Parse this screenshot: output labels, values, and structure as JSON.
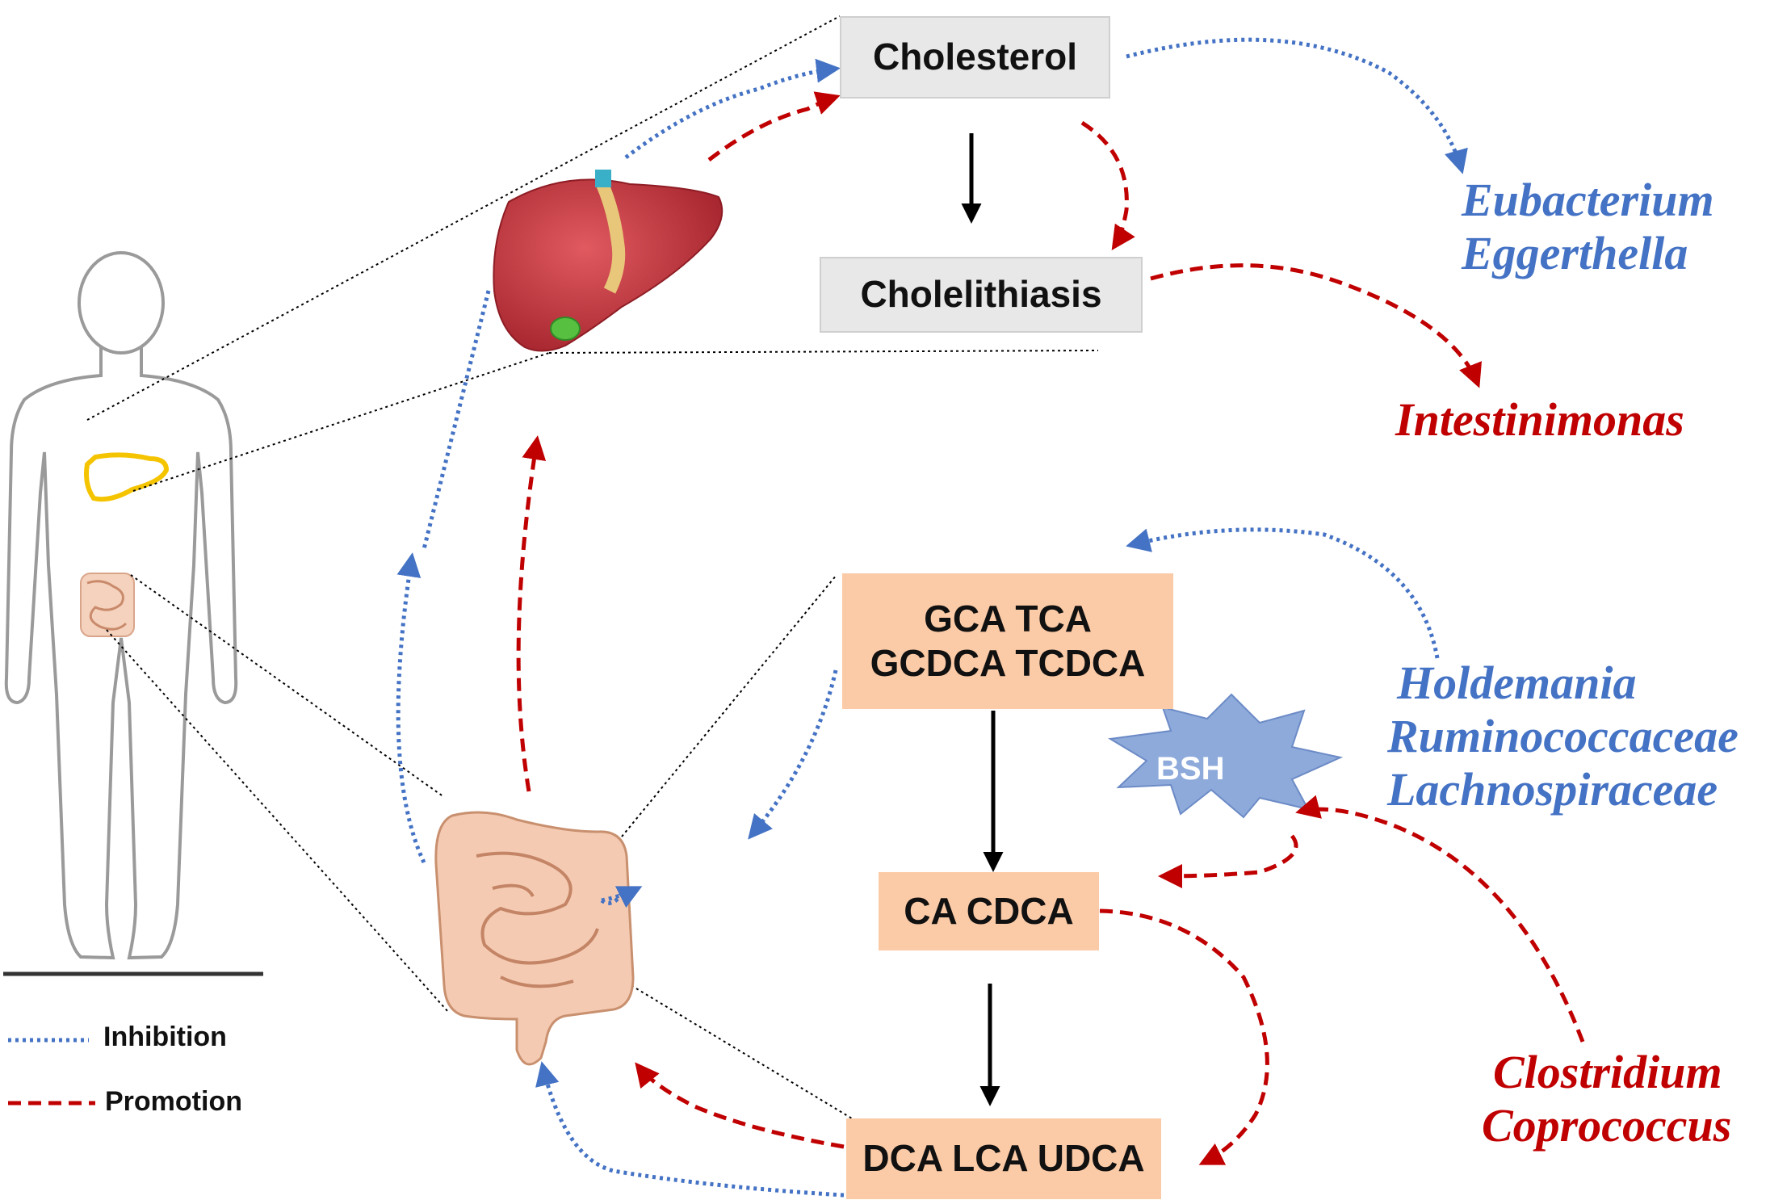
{
  "nodes": {
    "cholesterol": "Cholesterol",
    "cholelithiasis": "Cholelithiasis",
    "conjugated_line1": "GCA TCA",
    "conjugated_line2": "GCDCA TCDCA",
    "primary": "CA CDCA",
    "secondary": "DCA LCA UDCA",
    "enzyme": "BSH"
  },
  "taxa": {
    "cholesterol_group": [
      "Eubacterium",
      "Eggerthella"
    ],
    "cholelithiasis_group": [
      "Intestinimonas"
    ],
    "bsh_group": [
      "Holdemania",
      "Ruminococcaceae",
      "Lachnospiraceae"
    ],
    "primary_group": [
      "Clostridium",
      "Coprococcus"
    ]
  },
  "legend": {
    "inhibition": "Inhibition",
    "promotion": "Promotion"
  },
  "colors": {
    "inhibition": "#4472c4",
    "promotion": "#c00000",
    "gray_box": "#e8e8e8",
    "peach_box": "#fbcaa6",
    "bsh_star": "#8eaadb",
    "liver": "#c8323a",
    "intestine": "#f2c4a8",
    "body_outline": "#9a9a9a",
    "organ_highlight": "#f5c400"
  },
  "icons": {
    "body": "human-body-outline-icon",
    "liver": "liver-icon",
    "intestine": "intestine-icon",
    "enzyme": "starburst-icon"
  }
}
